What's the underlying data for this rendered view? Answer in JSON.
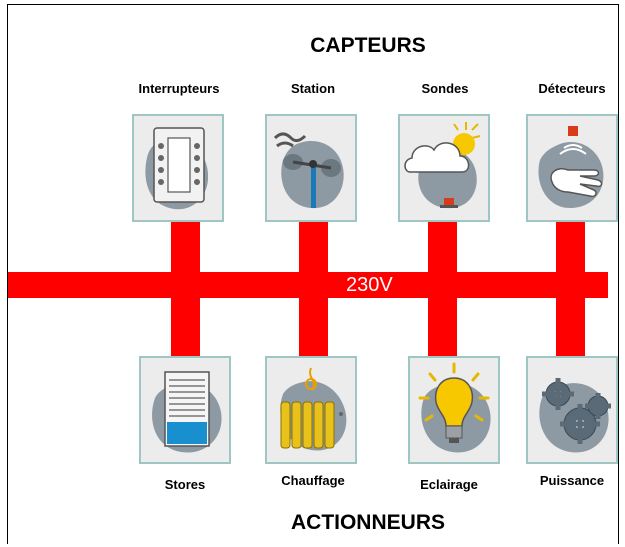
{
  "header": {
    "title": "CAPTEURS"
  },
  "footer": {
    "title": "ACTIONNEURS"
  },
  "bus": {
    "voltage_label": "230V",
    "color": "#ff0000"
  },
  "sensors": [
    {
      "label": "Interrupteurs",
      "icon": "wall-switch-icon"
    },
    {
      "label": "Station",
      "icon": "weather-station-icon"
    },
    {
      "label": "Sondes",
      "icon": "cloud-sun-sensor-icon"
    },
    {
      "label": "Détecteurs",
      "icon": "motion-detector-hand-icon"
    }
  ],
  "actuators": [
    {
      "label": "Stores",
      "icon": "window-blinds-icon"
    },
    {
      "label": "Chauffage",
      "icon": "radiator-icon"
    },
    {
      "label": "Eclairage",
      "icon": "light-bulb-icon"
    },
    {
      "label": "Puissance",
      "icon": "gears-icon"
    }
  ],
  "colors": {
    "tile_border": "#9ec7c3",
    "tile_bg": "#ececec",
    "blob": "#8e9aa3"
  }
}
